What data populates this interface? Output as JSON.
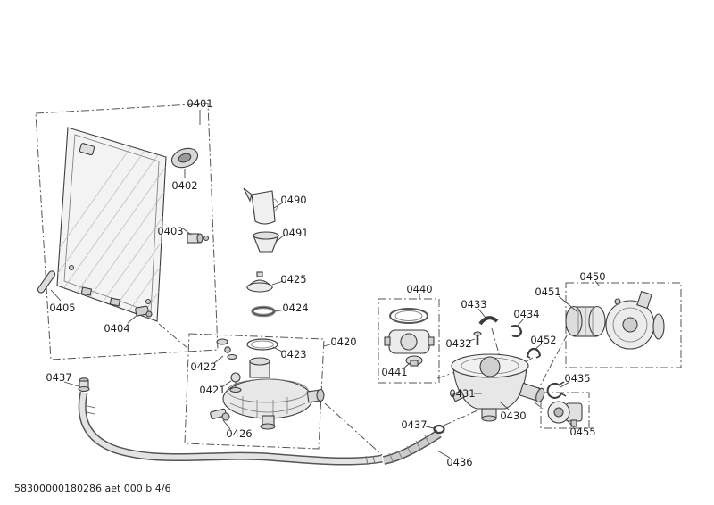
{
  "footer": {
    "doc_id": "58300000180286 aet 000 b 4/6"
  },
  "parts": {
    "p0401": "0401",
    "p0402": "0402",
    "p0403": "0403",
    "p0404": "0404",
    "p0405": "0405",
    "p0420": "0420",
    "p0421": "0421",
    "p0422": "0422",
    "p0423": "0423",
    "p0424": "0424",
    "p0425": "0425",
    "p0426": "0426",
    "p0430": "0430",
    "p0431": "0431",
    "p0432": "0432",
    "p0433": "0433",
    "p0434": "0434",
    "p0435": "0435",
    "p0436": "0436",
    "p0437_left": "0437",
    "p0437_mid": "0437",
    "p0440": "0440",
    "p0441": "0441",
    "p0450": "0450",
    "p0451": "0451",
    "p0452": "0452",
    "p0455": "0455",
    "p0490": "0490",
    "p0491": "0491"
  }
}
